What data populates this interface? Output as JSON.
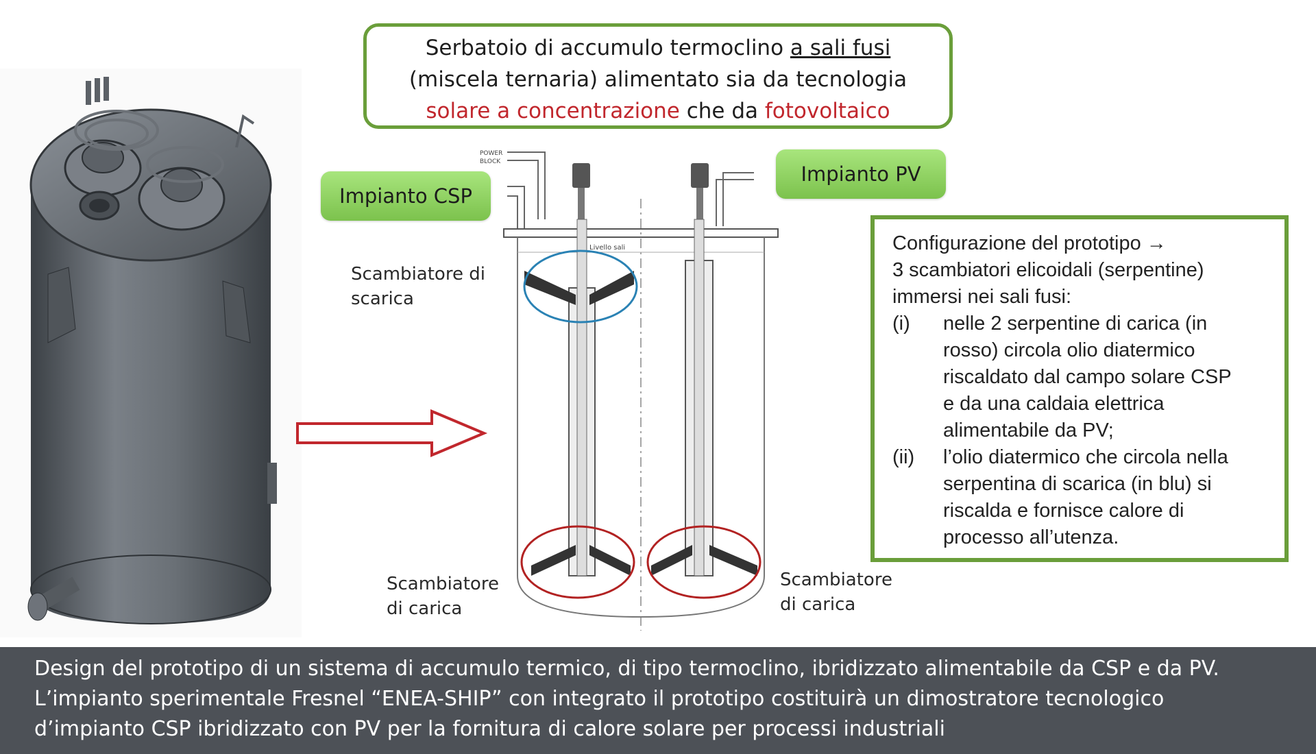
{
  "title_box": {
    "line1_a": "Serbatoio di accumulo termoclino ",
    "line1_u": "a sali fusi",
    "line2": "(miscela ternaria) alimentato sia da tecnologia",
    "line3_red1": "solare a concentrazione",
    "line3_mid": " che da ",
    "line3_red2": "fotovoltaico"
  },
  "pills": {
    "csp": "Impianto CSP",
    "pv": "Impianto PV"
  },
  "labels": {
    "scarica_1": "Scambiatore di",
    "scarica_2": "scarica",
    "carica_left_1": "Scambiatore",
    "carica_left_2": "di carica",
    "carica_right_1": "Scambiatore",
    "carica_right_2": "di carica"
  },
  "diagram_text": {
    "power": "POWER",
    "block": "BLOCK",
    "livello": "Livello  sali"
  },
  "config": {
    "line1": "Configurazione del prototipo →",
    "line2": "3 scambiatori elicoidali (serpentine)",
    "line3": "immersi nei sali fusi:",
    "items": [
      {
        "num": "(i)",
        "lines": [
          "nelle 2 serpentine di carica (in",
          "rosso) circola olio diatermico",
          "riscaldato dal campo solare CSP",
          "e da una caldaia elettrica",
          "alimentabile da PV;"
        ]
      },
      {
        "num": "(ii)",
        "lines": [
          "l’olio diatermico che circola nella",
          "serpentina di scarica (in blu) si",
          "riscalda e fornisce calore di",
          "processo all’utenza."
        ]
      }
    ]
  },
  "caption": {
    "line1": "Design del prototipo di un sistema di accumulo termico, di tipo termoclino, ibridizzato alimentabile da CSP e da PV.",
    "line2": "L’impianto sperimentale Fresnel “ENEA-SHIP” con integrato il prototipo costituirà un dimostratore tecnologico",
    "line3": "d’impianto CSP ibridizzato con PV per la fornitura di calore solare per processi industriali"
  },
  "colors": {
    "green_border": "#6a9e3a",
    "pill_green": "#8fd35f",
    "red_text": "#c1272d",
    "red_circle": "#b22222",
    "blue_circle": "#2a82b4",
    "caption_bg": "#4d5157",
    "tank_gray": "#5f646a"
  }
}
